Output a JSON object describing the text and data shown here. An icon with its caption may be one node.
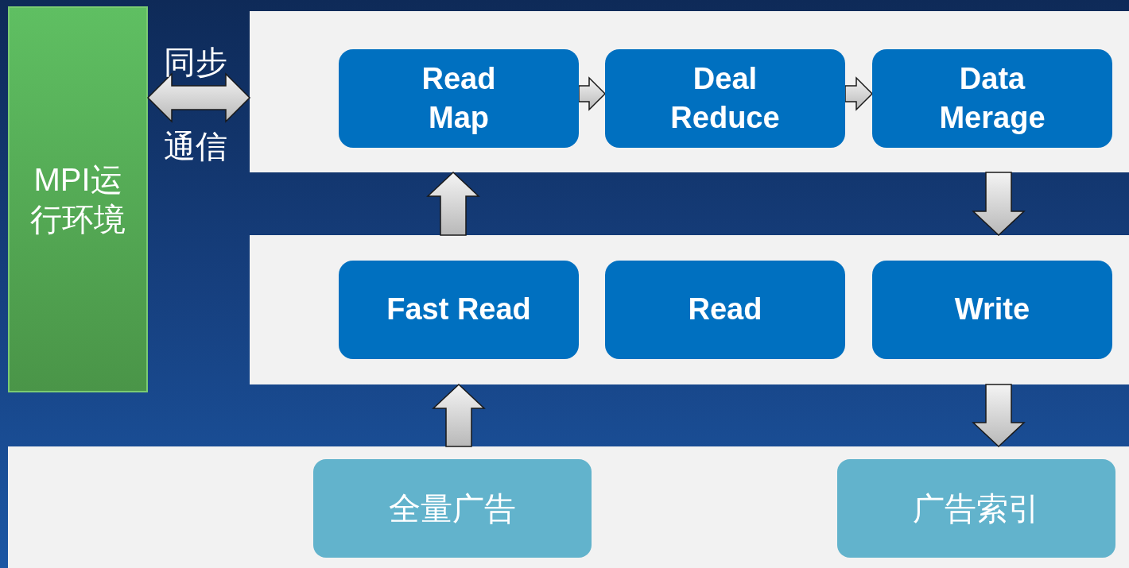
{
  "diagram": {
    "nodes": [
      {
        "text": [
          "MPI运行环境"
        ]
      },
      {
        "text": [],
        "shape": "box"
      },
      {
        "text": [
          "Read Map"
        ],
        "in": 1
      },
      {
        "text": [
          "Deal Reduce"
        ],
        "in": 1
      },
      {
        "text": [
          "Data Merage"
        ],
        "in": 1
      },
      {
        "text": [],
        "shape": "box"
      },
      {
        "text": [
          "Fast Read"
        ],
        "in": 5
      },
      {
        "text": [
          "Read"
        ],
        "in": 5
      },
      {
        "text": [
          "Write"
        ],
        "in": 5
      },
      {
        "text": [],
        "shape": "box"
      },
      {
        "text": [
          "全量广告"
        ],
        "in": 9
      },
      {
        "text": [
          "广告索引"
        ],
        "in": 9
      }
    ],
    "edges": [
      {
        "from": 0,
        "to": 1,
        "arrow": "both",
        "label": "同步"
      },
      {
        "from": 2,
        "to": 3,
        "arrow": "to"
      },
      {
        "from": 3,
        "to": 4,
        "arrow": "to"
      },
      {
        "from": 5,
        "to": 1,
        "arrow": "to"
      },
      {
        "from": 1,
        "to": 5,
        "arrow": "to"
      },
      {
        "from": 9,
        "to": 5,
        "arrow": "to"
      },
      {
        "from": 5,
        "to": 9,
        "arrow": "to"
      }
    ],
    "labels": [
      "通信"
    ]
  }
}
